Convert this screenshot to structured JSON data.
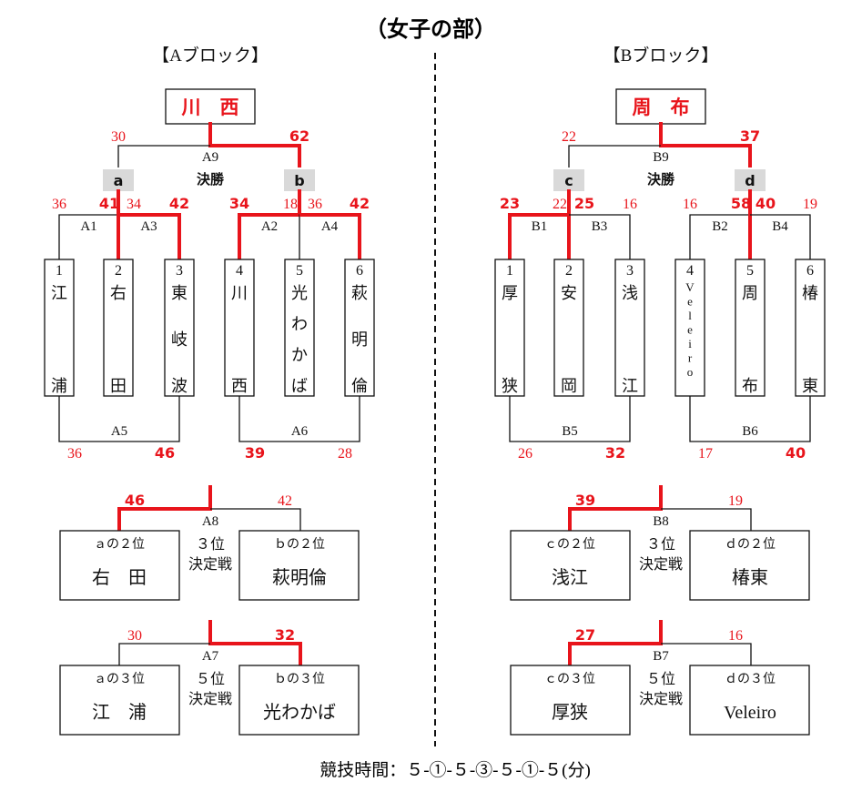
{
  "title": "（女子の部）",
  "schedule": "競技時間：５-①-５-③-５-①-５(分)",
  "colors": {
    "red": "#e8141b",
    "black": "#111111",
    "label_box": "#d9d9d9"
  },
  "blocks": [
    {
      "id": "A",
      "header": "【Aブロック】",
      "champion": "川　西",
      "final": {
        "match": "A9",
        "label": "決勝",
        "left_score": "30",
        "right_score": "62"
      },
      "semis": [
        "a",
        "b"
      ],
      "r1_matches": [
        "A1",
        "A3",
        "A2",
        "A4"
      ],
      "r1_scores": [
        "36",
        "41",
        "34",
        "42",
        "34",
        "18",
        "36",
        "42"
      ],
      "teams": [
        {
          "num": "1",
          "name": "江浦"
        },
        {
          "num": "2",
          "name": "右田"
        },
        {
          "num": "3",
          "name": "東岐波"
        },
        {
          "num": "4",
          "name": "川西"
        },
        {
          "num": "5",
          "name": "光わかば"
        },
        {
          "num": "6",
          "name": "萩明倫"
        }
      ],
      "bottom_matches": [
        {
          "match": "A5",
          "left_score": "36",
          "right_score": "46"
        },
        {
          "match": "A6",
          "left_score": "39",
          "right_score": "28"
        }
      ],
      "third": {
        "match": "A8",
        "label_top": "３位",
        "label_bottom": "決定戦",
        "left_score": "46",
        "right_score": "42",
        "left_title": "ａの２位",
        "left_team": "右　田",
        "right_title": "ｂの２位",
        "right_team": "萩明倫"
      },
      "fifth": {
        "match": "A7",
        "label_top": "５位",
        "label_bottom": "決定戦",
        "left_score": "30",
        "right_score": "32",
        "left_title": "ａの３位",
        "left_team": "江　浦",
        "right_title": "ｂの３位",
        "right_team": "光わかば"
      }
    },
    {
      "id": "B",
      "header": "【Bブロック】",
      "champion": "周　布",
      "final": {
        "match": "B9",
        "label": "決勝",
        "left_score": "22",
        "right_score": "37"
      },
      "semis": [
        "c",
        "d"
      ],
      "r1_matches": [
        "B1",
        "B3",
        "B2",
        "B4"
      ],
      "r1_scores": [
        "23",
        "22",
        "25",
        "16",
        "16",
        "58",
        "40",
        "19"
      ],
      "teams": [
        {
          "num": "1",
          "name": "厚狭"
        },
        {
          "num": "2",
          "name": "安岡"
        },
        {
          "num": "3",
          "name": "浅江"
        },
        {
          "num": "4",
          "name": "Veleiro"
        },
        {
          "num": "5",
          "name": "周布"
        },
        {
          "num": "6",
          "name": "椿東"
        }
      ],
      "bottom_matches": [
        {
          "match": "B5",
          "left_score": "26",
          "right_score": "32"
        },
        {
          "match": "B6",
          "left_score": "17",
          "right_score": "40"
        }
      ],
      "third": {
        "match": "B8",
        "label_top": "３位",
        "label_bottom": "決定戦",
        "left_score": "39",
        "right_score": "19",
        "left_title": "ｃの２位",
        "left_team": "浅江",
        "right_title": "ｄの２位",
        "right_team": "椿東"
      },
      "fifth": {
        "match": "B7",
        "label_top": "５位",
        "label_bottom": "決定戦",
        "left_score": "27",
        "right_score": "16",
        "left_title": "ｃの３位",
        "left_team": "厚狭",
        "right_title": "ｄの３位",
        "right_team": "Veleiro"
      }
    }
  ]
}
